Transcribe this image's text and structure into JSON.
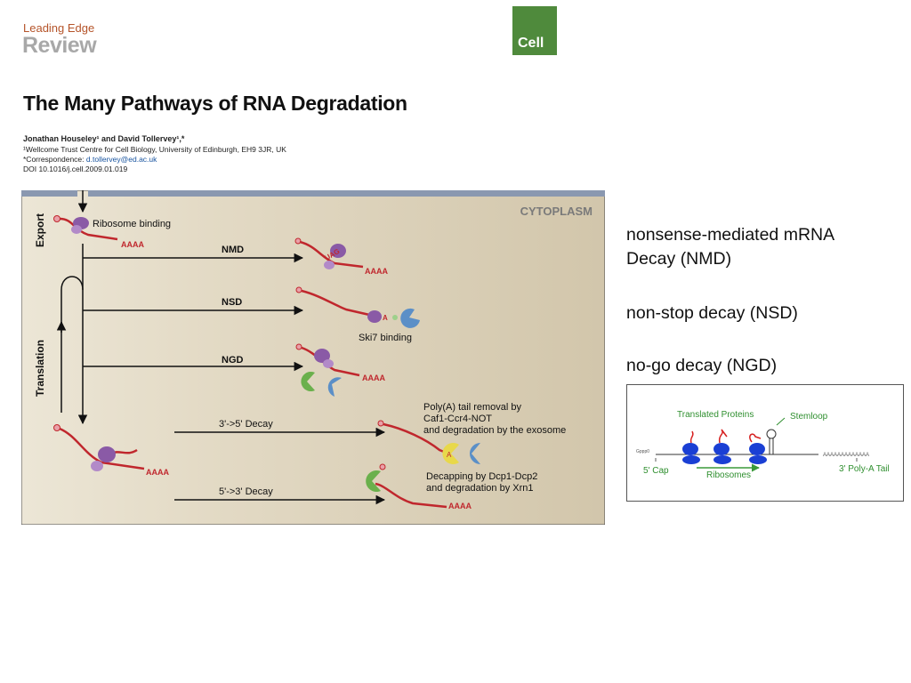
{
  "header": {
    "journal_section_small": "Leading Edge",
    "journal_section_big": "Review",
    "logo_text": "Cell"
  },
  "paper": {
    "title": "The Many Pathways of RNA Degradation",
    "authors": "Jonathan Houseley¹ and David Tollervey¹,*",
    "affiliation": "¹Wellcome Trust Centre for Cell Biology, University of Edinburgh, EH9 3JR, UK",
    "correspondence_label": "*Correspondence: ",
    "correspondence_email": "d.tollervey@ed.ac.uk",
    "doi": "DOI 10.1016/j.cell.2009.01.019"
  },
  "figure": {
    "compartment": "CYTOPLASM",
    "side_labels": {
      "export": "Export",
      "translation": "Translation"
    },
    "ribosome_binding": "Ribosome binding",
    "polya": "AAAA",
    "stop_codon": "UAG",
    "pathways": {
      "nmd": "NMD",
      "nsd": "NSD",
      "ngd": "NGD",
      "decay_3_5": "3'->5' Decay",
      "decay_5_3": "5'->3' Decay"
    },
    "notes": {
      "ski7": "Ski7 binding",
      "polya_removal": [
        "Poly(A) tail removal by",
        "Caf1-Ccr4-NOT",
        "and degradation by the exosome"
      ],
      "decapping": [
        "Decapping by Dcp1-Dcp2",
        "and  degradation by Xrn1"
      ]
    },
    "colors": {
      "mrna": "#c0272d",
      "ribosome": "#8a5aa6",
      "exosome": "#5b8fc7",
      "xrn1": "#6ab04c",
      "background": "#d9cfb7"
    }
  },
  "captions": {
    "nmd_line1": "nonsense-mediated mRNA",
    "nmd_line2": "Decay (NMD)",
    "nsd": "non-stop decay (NSD)",
    "ngd": "no-go decay (NGD)"
  },
  "inset": {
    "translated_proteins": "Translated Proteins",
    "stemloop": "Stemloop",
    "cap": "5' Cap",
    "polya_tail": "3' Poly-A Tail",
    "ribosomes": "Ribosomes",
    "cap_code": "Gppp0",
    "tail_code": "AAAAAAAAAAAAA"
  }
}
